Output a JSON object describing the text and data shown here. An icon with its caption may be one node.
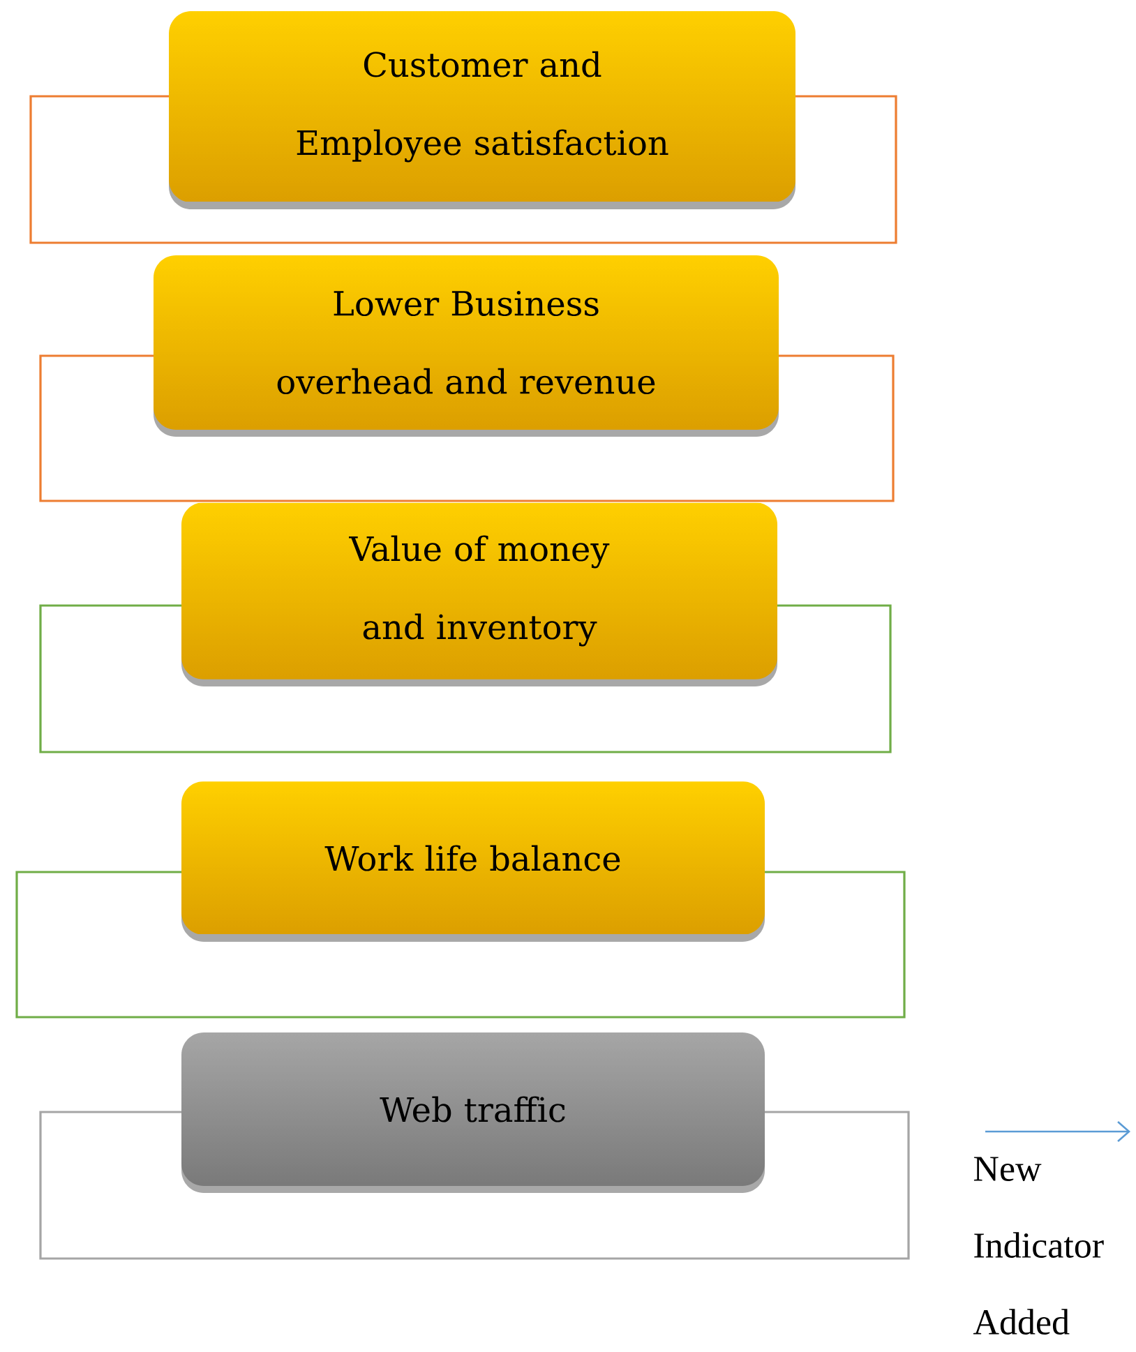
{
  "diagram": {
    "nodes": [
      {
        "text": [
          "Customer and Employee satisfaction"
        ]
      },
      {
        "text": [
          "Lower Business overhead and revenue"
        ]
      },
      {
        "text": [
          "Value of money and inventory"
        ]
      },
      {
        "text": [
          "Work life balance"
        ]
      },
      {
        "text": [
          "Web traffic"
        ]
      }
    ],
    "legend": [
      {
        "text": "New Indicator Added"
      }
    ]
  }
}
